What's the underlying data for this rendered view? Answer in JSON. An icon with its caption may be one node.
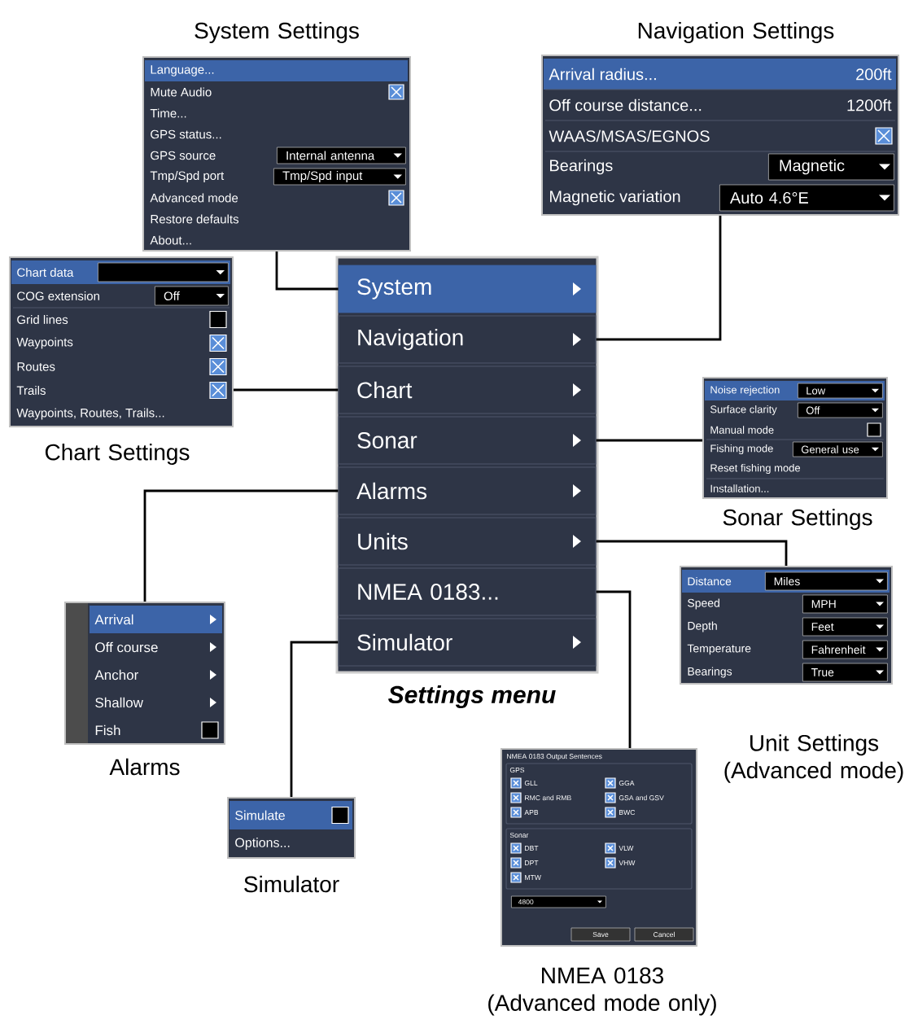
{
  "diagram": {
    "nodes": [
      {
        "text": [],
        "shape": "box",
        "beside": [
          "Settings menu"
        ]
      },
      {
        "text": [
          "System"
        ],
        "in": 0
      },
      {
        "text": [
          "Navigation"
        ],
        "in": 0
      },
      {
        "text": [
          "Chart"
        ],
        "in": 0
      },
      {
        "text": [
          "Sonar"
        ],
        "in": 0
      },
      {
        "text": [
          "Alarms"
        ],
        "in": 0
      },
      {
        "text": [
          "Units"
        ],
        "in": 0
      },
      {
        "text": [
          "NMEA 0183..."
        ],
        "in": 0
      },
      {
        "text": [
          "Simulator"
        ],
        "in": 0
      },
      {
        "text": [
          "System Settings",
          "Language...",
          "Mute Audio",
          "Time...",
          "GPS status...",
          "GPS source",
          "Internal antenna",
          "Tmp/Spd port",
          "Tmp/Spd input",
          "Advanced mode",
          "Restore defaults",
          "About..."
        ]
      },
      {
        "text": [
          "Navigation Settings",
          "Arrival radius...",
          "200ft",
          "Off course distance...",
          "1200ft",
          "WAAS/MSAS/EGNOS",
          "Bearings",
          "Magnetic",
          "Magnetic variation",
          "Auto 4.6°E"
        ]
      },
      {
        "text": [
          "Chart data",
          "COG extension",
          "Off",
          "Grid lines",
          "Waypoints",
          "Routes",
          "Trails",
          "Waypoints, Routes, Trails...",
          "Chart Settings"
        ]
      },
      {
        "text": [
          "Noise rejection",
          "Low",
          "Surface clarity",
          "Off",
          "Manual mode",
          "Fishing mode",
          "General use",
          "Reset fishing mode",
          "Installation...",
          "Sonar Settings"
        ]
      },
      {
        "text": [
          "Arrival",
          "Off course",
          "Anchor",
          "Shallow",
          "Fish",
          "Alarms"
        ]
      },
      {
        "text": [
          "Distance",
          "Miles",
          "Speed",
          "MPH",
          "Depth",
          "Feet",
          "Temperature",
          "Fahrenheit",
          "Bearings",
          "True",
          "Unit Settings (Advanced mode)"
        ]
      },
      {
        "text": [
          "NMEA 0183 Output Sentences",
          "GPS",
          "GLL",
          "GGA",
          "RMC and RMB",
          "GSA and GSV",
          "APB",
          "BWC",
          "Sonar",
          "DBT",
          "VLW",
          "DPT",
          "VHW",
          "MTW",
          "4800",
          "Save",
          "Cancel",
          "NMEA 0183 (Advanced mode only)"
        ]
      },
      {
        "text": [
          "Simulate",
          "Options...",
          "Simulator"
        ]
      }
    ],
    "edges": [
      {
        "from": 1,
        "to": 9,
        "arrow": "none"
      },
      {
        "from": 2,
        "to": 10,
        "arrow": "none"
      },
      {
        "from": 3,
        "to": 11,
        "arrow": "none"
      },
      {
        "from": 4,
        "to": 12,
        "arrow": "none"
      },
      {
        "from": 5,
        "to": 13,
        "arrow": "none"
      },
      {
        "from": 6,
        "to": 14,
        "arrow": "none"
      },
      {
        "from": 7,
        "to": 15,
        "arrow": "none"
      },
      {
        "from": 8,
        "to": 16,
        "arrow": "none"
      }
    ]
  }
}
